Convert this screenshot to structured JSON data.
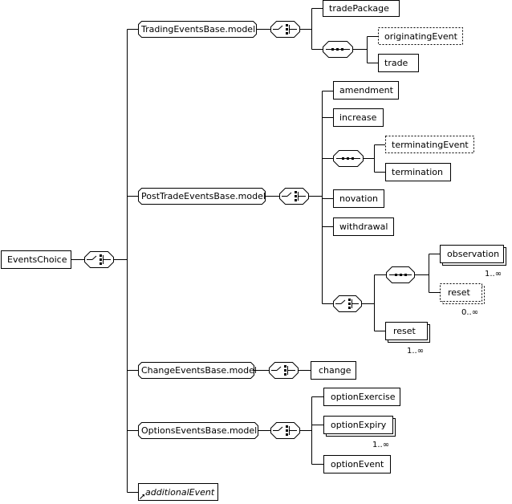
{
  "diagram": {
    "root": {
      "label": "EventsChoice"
    },
    "groups": {
      "trading": {
        "label": "TradingEventsBase.model"
      },
      "posttrade": {
        "label": "PostTradeEventsBase.model"
      },
      "change": {
        "label": "ChangeEventsBase.model"
      },
      "options": {
        "label": "OptionsEventsBase.model"
      }
    },
    "any": {
      "label": "additionalEvent"
    },
    "elements": {
      "tradePackage": {
        "label": "tradePackage"
      },
      "originatingEvent": {
        "label": "originatingEvent"
      },
      "trade": {
        "label": "trade"
      },
      "amendment": {
        "label": "amendment"
      },
      "increase": {
        "label": "increase"
      },
      "terminatingEvent": {
        "label": "terminatingEvent"
      },
      "termination": {
        "label": "termination"
      },
      "novation": {
        "label": "novation"
      },
      "withdrawal": {
        "label": "withdrawal"
      },
      "observation": {
        "label": "observation",
        "occurs": "1..∞"
      },
      "resetOptional": {
        "label": "reset",
        "occurs": "0..∞"
      },
      "reset": {
        "label": "reset",
        "occurs": "1..∞"
      },
      "change": {
        "label": "change"
      },
      "optionExercise": {
        "label": "optionExercise"
      },
      "optionExpiry": {
        "label": "optionExpiry",
        "occurs": "1..∞"
      },
      "optionEvent": {
        "label": "optionEvent"
      }
    },
    "colors": {
      "line": "#000000",
      "box_fill": "#ffffff"
    }
  }
}
